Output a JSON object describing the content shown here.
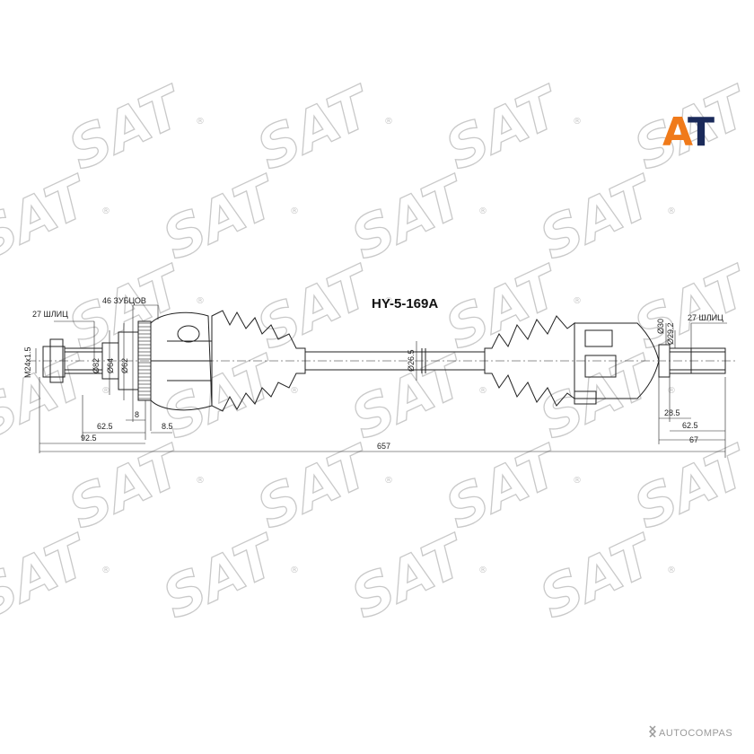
{
  "title": "HY-5-169A",
  "brand": {
    "watermark": "SAT",
    "reg_mark": "®",
    "logo_text": "AT",
    "logo_color_a": "#f07a1a",
    "logo_color_t": "#1a2a5a"
  },
  "dimensions": {
    "left_splines": "27 ШЛИЦ",
    "teeth": "46 ЗУБЦОВ",
    "thread": "M24x1.5",
    "d82": "Ø82",
    "d64": "Ø64",
    "d62": "Ø62",
    "len_8": "8",
    "len_62_5_left": "62.5",
    "len_8_5": "8.5",
    "len_92_5": "92.5",
    "shaft_d": "Ø26.5",
    "total_len": "657",
    "right_d30": "Ø30",
    "right_d29_2": "Ø29.2",
    "right_splines": "27 ШЛИЦ",
    "len_28_5": "28.5",
    "len_62_5_right": "62.5",
    "len_67": "67"
  },
  "footer": {
    "label": "AUTOCOMPAS",
    "icon": "autocompas-logo-icon"
  }
}
